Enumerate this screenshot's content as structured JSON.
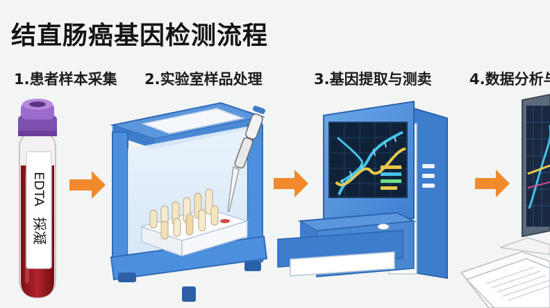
{
  "title": "结直肠癌基因检测流程",
  "steps": [
    {
      "label": "1.患者样本采集",
      "tube_label_1": "EDTA",
      "tube_label_2": "採凝"
    },
    {
      "label": "2.实验室样品处理"
    },
    {
      "label": "3.基因提取与测卖"
    },
    {
      "label": "4.数据分析与"
    }
  ],
  "colors": {
    "arrow": "#f08a2c",
    "device_blue": "#4c8fdc",
    "tube_cap": "#8a5bb8",
    "blood": "#9b1b22",
    "dna_cyan": "#44c4e8",
    "dna_yellow": "#e8c94a"
  }
}
